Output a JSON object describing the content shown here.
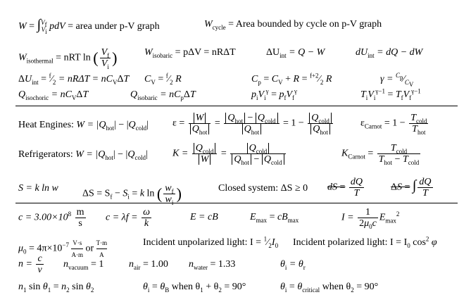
{
  "rows": {
    "r1": {
      "work_integral": "pdV",
      "area_text": "= area under p-V graph",
      "wcycle_text": "= Area bounded by cycle on p-V graph"
    },
    "r2": {
      "isothermal": "= nRT ln",
      "isobaric": "= pΔV = nRΔT",
      "first_law": "ΔU",
      "first_law_rhs": "= Q − W",
      "diff_law": "dU",
      "diff_law_rhs": "= dQ − dW"
    },
    "r3": {
      "du_int": "= nRΔT = nC",
      "cv": "C",
      "cp": "C",
      "gamma": "γ ="
    },
    "r4": {
      "q_isochoric": "= nC",
      "q_isobaric": "= nC",
      "adiabatic_p": "p",
      "adiabatic_t": "T"
    },
    "r5": {
      "label": "Heat Engines:",
      "w_expr": "W = |Q",
      "eps": "ε =",
      "carnot": "ε"
    },
    "r6": {
      "label": "Refrigerators:",
      "w_expr": "W = |Q",
      "k": "K =",
      "kcarnot": "K"
    },
    "r7": {
      "entropy1": "S = k ln w",
      "entropy2": "ΔS = S",
      "closed": "Closed system: ΔS ≥ 0"
    },
    "r8": {
      "c": "c = 3.00×10",
      "c_unit_num": "m",
      "c_unit_den": "s",
      "lambda": "c = λf =",
      "e_cb": "E = cB",
      "emax": "E",
      "intensity": "I ="
    },
    "r9": {
      "mu": "μ",
      "mu_val": "= 4π×10",
      "unit1_num": "V·s",
      "unit1_den": "A·m",
      "or": "or",
      "unit2_num": "T·m",
      "unit2_den": "A",
      "unpolarized": "Incident unpolarized light: I =",
      "polarized": "Incident polarized light: I = I",
      "cos": "cos"
    },
    "r10": {
      "n": "n =",
      "vacuum": "= 1",
      "air": "= 1.00",
      "water": "= 1.33",
      "reflect": "= θ"
    },
    "r11": {
      "snell": "n",
      "brewster": "θ",
      "brewster_when": "when θ",
      "deg90": "+ θ",
      "critical": "θ",
      "critical_when": "when θ"
    }
  }
}
